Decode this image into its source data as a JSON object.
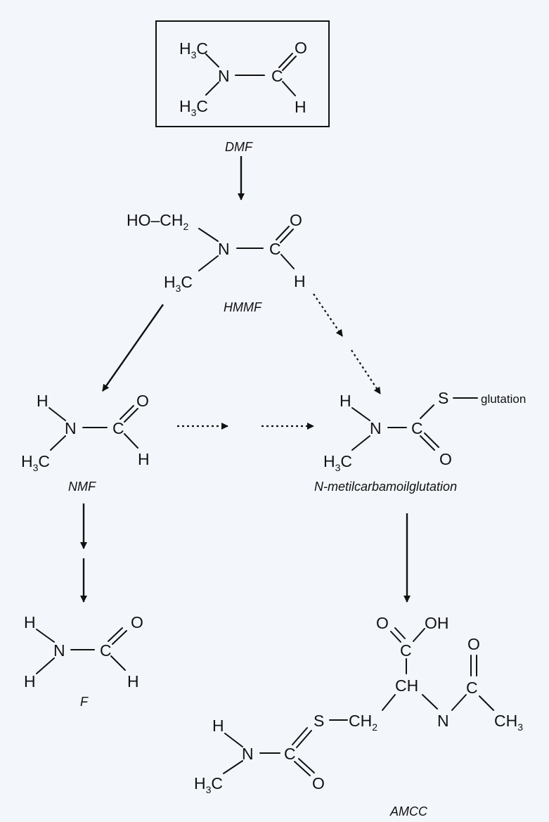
{
  "atoms": {
    "H3C": "H₃C",
    "N": "N",
    "C": "C",
    "O": "O",
    "H": "H",
    "S": "S",
    "OH": "OH",
    "CH": "CH",
    "CH2": "CH₂",
    "CH3": "CH₃",
    "HOCH2": "HO–CH₂"
  },
  "labels": {
    "dmf": "DMF",
    "hmmf": "HMMF",
    "nmf": "NMF",
    "f": "F",
    "nmcg": "N-metilcarbamoilglutation",
    "amcc": "AMCC"
  },
  "glutation": "glutation",
  "colors": {
    "background": "#f3f6fb",
    "ink": "#111111"
  }
}
